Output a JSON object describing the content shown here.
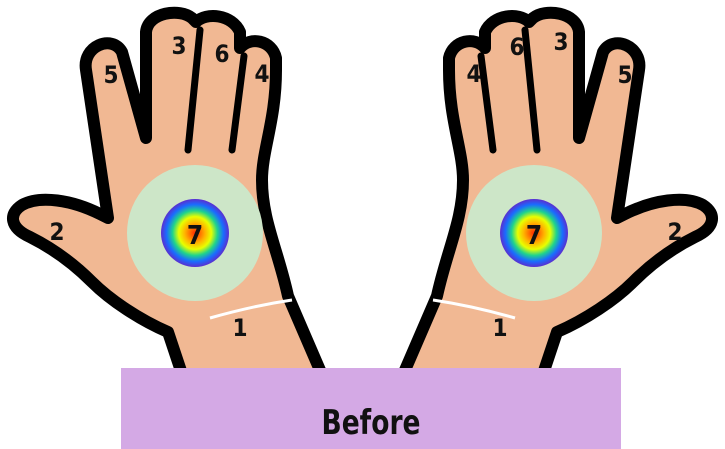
{
  "colors": {
    "skin": "#f1b893",
    "outline": "#000000",
    "halo": "#cde6c8",
    "caption_bg": "#d4a9e5",
    "gradient": [
      "#ff2a00",
      "#ffb400",
      "#e8ff00",
      "#1fd48c",
      "#1a6bff",
      "#5a2fd0"
    ]
  },
  "caption": {
    "text": "Before"
  },
  "hands": {
    "left": {
      "labels": {
        "thumb": "2",
        "index": "5",
        "middle": "3",
        "ring": "6",
        "little": "4",
        "wrist": "1",
        "palm_center": "7"
      }
    },
    "right": {
      "labels": {
        "thumb": "2",
        "index": "5",
        "middle": "3",
        "ring": "6",
        "little": "4",
        "wrist": "1",
        "palm_center": "7"
      }
    }
  }
}
